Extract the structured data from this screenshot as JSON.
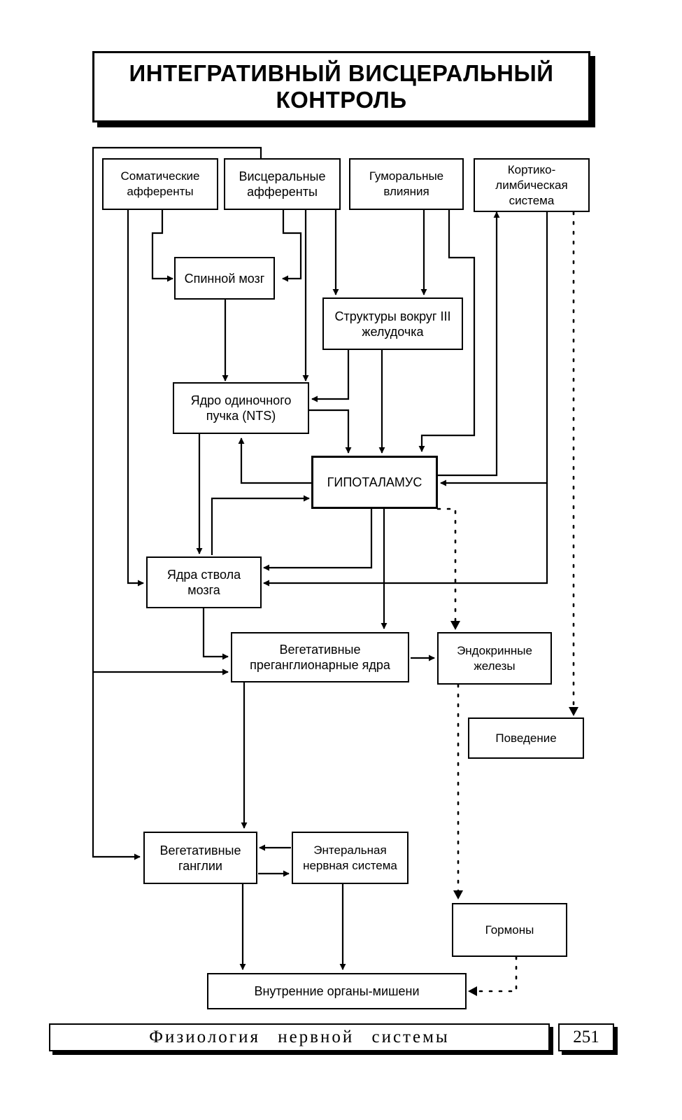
{
  "title": {
    "line1": "ИНТЕГРАТИВНЫЙ ВИСЦЕРАЛЬНЫЙ",
    "line2": "КОНТРОЛЬ"
  },
  "nodes": {
    "somatic_afferents": "Соматические афференты",
    "visceral_afferents": "Висцеральные афференты",
    "humoral_influences": "Гуморальные влияния",
    "cortico_limbic": "Кортико-лимбическая система",
    "spinal_cord": "Спинной мозг",
    "third_ventricle": "Структуры вокруг III желудочка",
    "nts": "Ядро одиночного пучка (NTS)",
    "hypothalamus": "ГИПОТАЛАМУС",
    "brainstem_nuclei": "Ядра ствола мозга",
    "preganglionic": "Вегетативные преганглионарные ядра",
    "endocrine": "Эндокринные железы",
    "behavior": "Поведение",
    "ganglia": "Вегетативные ганглии",
    "enteric": "Энтеральная нервная система",
    "hormones": "Гормоны",
    "targets": "Внутренние органы-мишени"
  },
  "footer": {
    "text": "Физиология нервной системы",
    "page": "251"
  }
}
